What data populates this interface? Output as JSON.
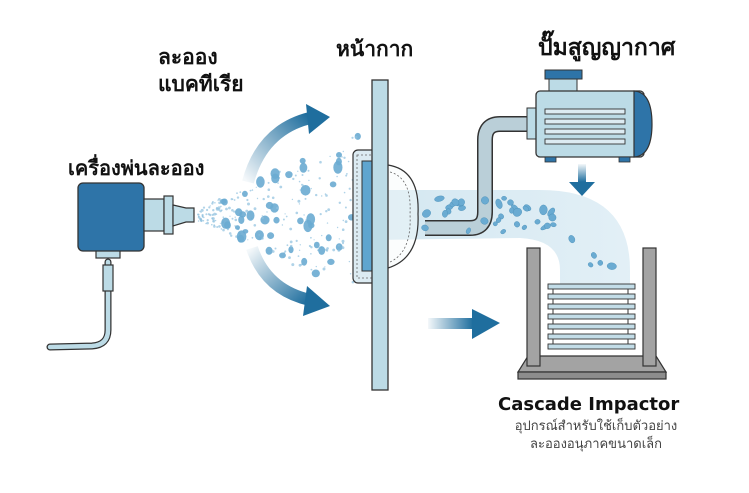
{
  "labels": {
    "aerosol_line1": "ละออง",
    "aerosol_line2": "แบคทีเรีย",
    "mask": "หน้ากาก",
    "vacuum_pump": "ปั๊มสูญญากาศ",
    "nebulizer": "เครื่องพ่นละออง",
    "cascade_title": "Cascade Impactor",
    "cascade_desc_line1": "อุปกรณ์สำหรับใช้เก็บตัวอย่าง",
    "cascade_desc_line2": "ละอองอนุภาคขนาดเล็ก"
  },
  "colors": {
    "device_blue": "#2e74a8",
    "light_blue": "#bcdbe6",
    "droplet_blue": "#6aabd2",
    "mist_blue": "#d6eaf3",
    "gray_frame": "#9a9a9a",
    "outline": "#333333",
    "arrow_dark": "#1f6e9e"
  }
}
